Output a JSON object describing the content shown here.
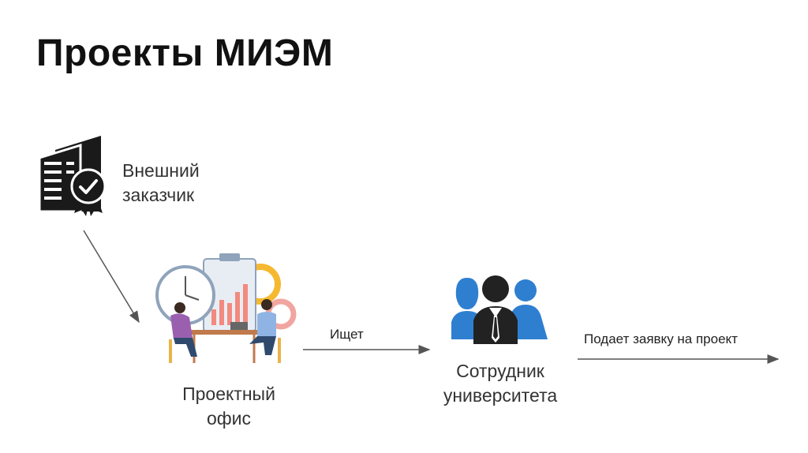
{
  "title": "Проекты МИЭМ",
  "nodes": {
    "customer": {
      "line1": "Внешний",
      "line2": "заказчик",
      "icon": "building-certificate-icon"
    },
    "office": {
      "line1": "Проектный",
      "line2": "офис",
      "icon": "team-meeting-illustration"
    },
    "employee": {
      "line1": "Сотрудник",
      "line2": "университета",
      "icon": "people-group-icon"
    }
  },
  "arrows": {
    "seeks": "Ищет",
    "applies": "Подает заявку на проект"
  },
  "colors": {
    "accent_blue": "#2F7FD1",
    "icon_dark": "#1a1a1a",
    "arrow": "#555555"
  }
}
